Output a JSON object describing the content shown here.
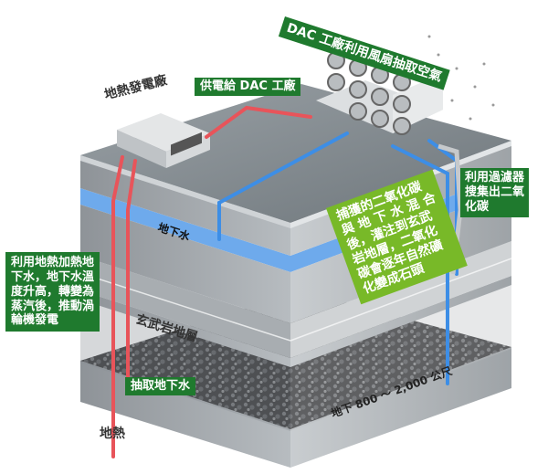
{
  "labels": {
    "dac_fans": "DAC 工廠利用風扇抽取空氣",
    "geo_plant": "地熱發電廠",
    "power_supply": "供電給 DAC 工廠",
    "filter_co2": "利用過濾器\n搜集出二氧\n化碳",
    "groundwater": "地下水",
    "steam_turbine": "利用地熱加熱地\n下水，地下水溫\n度升高，轉變為\n蒸汽後，推動渦\n輪機發電",
    "basalt": "玄武岩地層",
    "capture_inject": "捕獲的二氧化碳\n與 地 下 水 混 合\n後，灌注到玄武\n岩地層，二氧化\n碳會逐年自然礦\n化變成石頭",
    "extract_water": "抽取地下水",
    "depth": "地下 800 ～ 2,000 公尺",
    "geothermal": "地熱"
  },
  "colors": {
    "label_dark_green": "#1f7a2e",
    "label_light_green": "#78b928",
    "hot_pipe": "#e8545a",
    "cold_pipe": "#3d8ee6"
  }
}
